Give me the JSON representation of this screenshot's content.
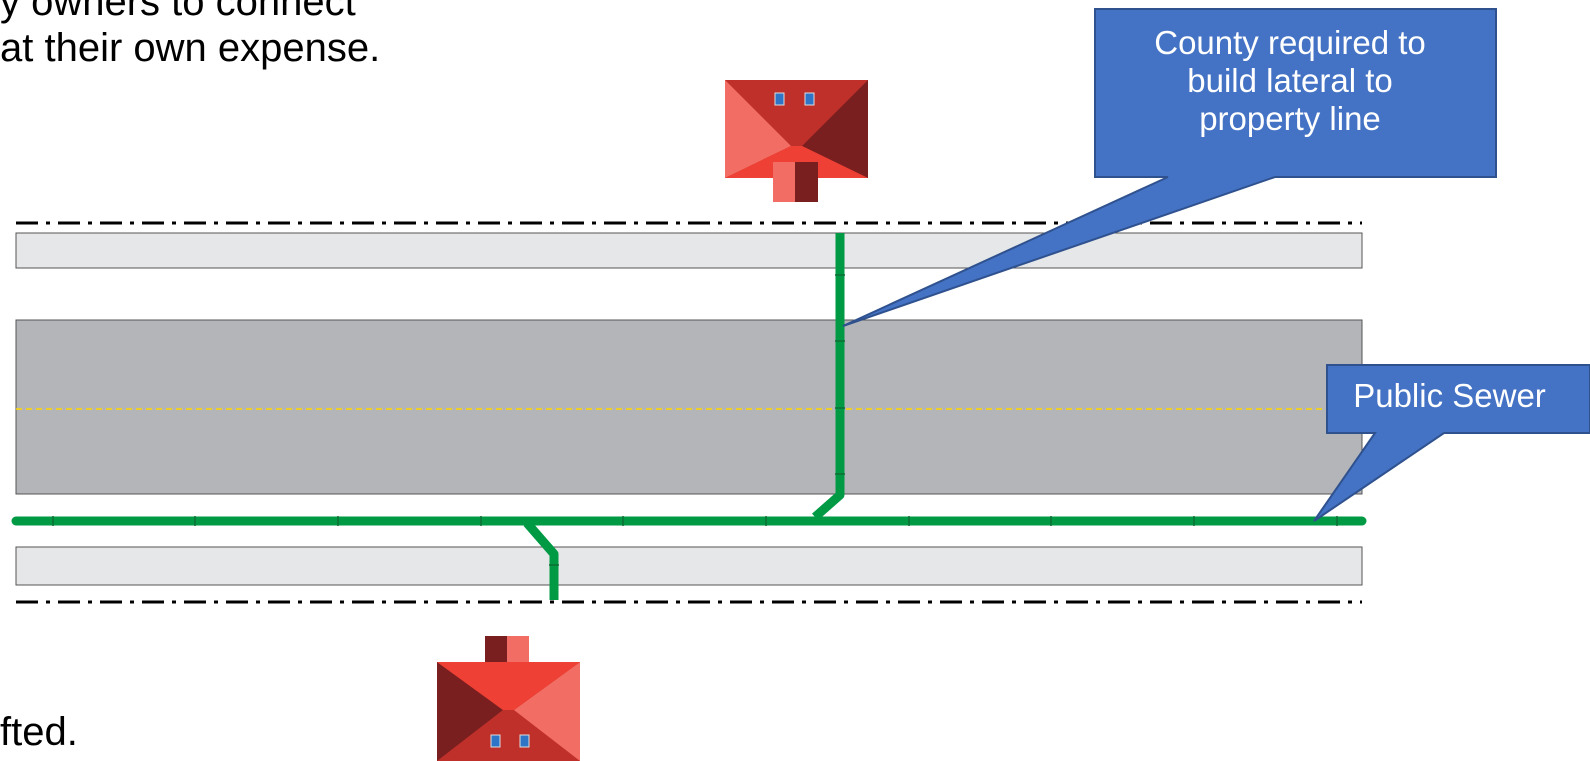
{
  "slide": {
    "top_text_line1": "y owners to connect",
    "top_text_line2": "at their own expense.",
    "bottom_text": "fted."
  },
  "callouts": {
    "county_lateral": {
      "line1": "County required to",
      "line2": "build lateral to",
      "line3": "property line"
    },
    "public_sewer": "Public Sewer"
  },
  "colors": {
    "callout_fill": "#4472c4",
    "callout_border": "#2f528f",
    "pipe": "#009a44",
    "sidewalk": "#e6e7e8",
    "road": "#b3b5b8",
    "centerline": "#ffd700",
    "house_roof_dark": "#7a1f1f",
    "house_roof_mid": "#c0302a",
    "house_roof_light": "#f26d63",
    "house_roof_red": "#ee4035",
    "window": "#2e75c8"
  },
  "icons": [
    "house-icon",
    "house-icon"
  ]
}
